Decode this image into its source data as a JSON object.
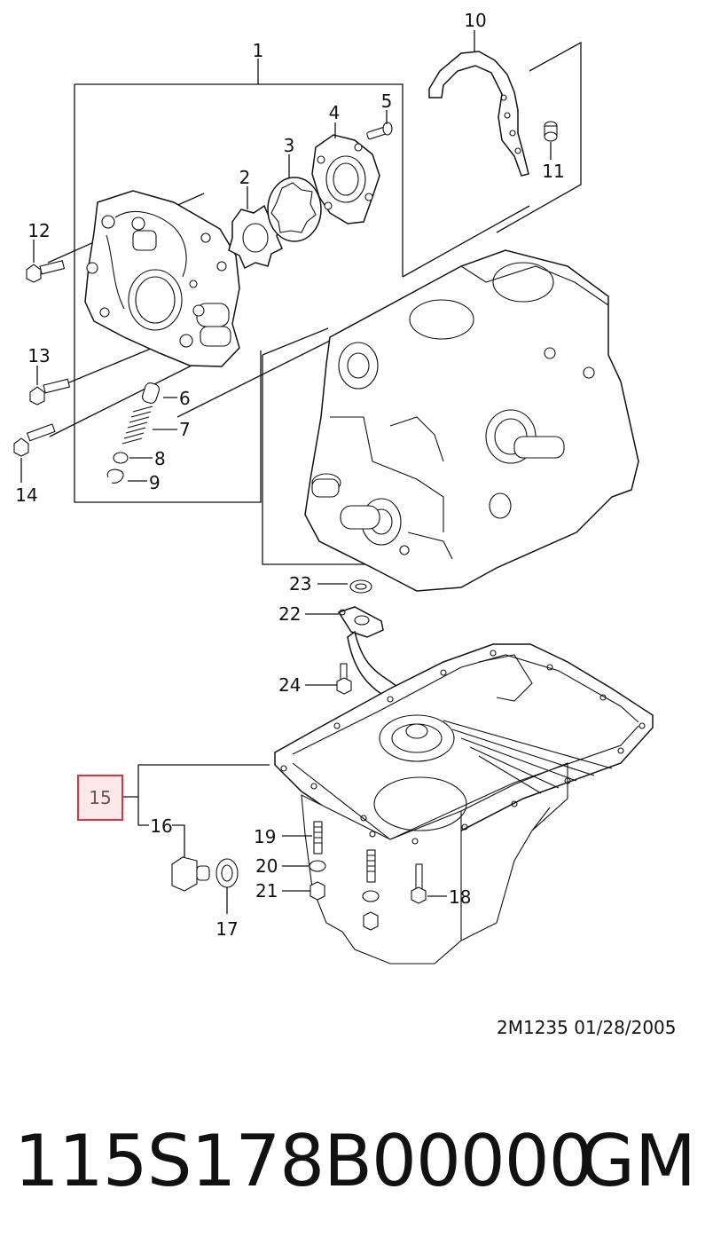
{
  "diagram": {
    "callouts": {
      "c1": "1",
      "c2": "2",
      "c3": "3",
      "c4": "4",
      "c5": "5",
      "c6": "6",
      "c7": "7",
      "c8": "8",
      "c9": "9",
      "c10": "10",
      "c11": "11",
      "c12": "12",
      "c13": "13",
      "c14": "14",
      "c15": "15",
      "c16": "16",
      "c17": "17",
      "c18": "18",
      "c19": "19",
      "c20": "20",
      "c21": "21",
      "c22": "22",
      "c23": "23",
      "c24": "24"
    },
    "highlighted_callout": "15",
    "highlight_color": "#e0313f",
    "highlight_fill": "#fde8ea"
  },
  "footer": {
    "drawing_ref": "2M1235  01/28/2005",
    "part_number": "115S178B00000",
    "brand": "GM"
  }
}
